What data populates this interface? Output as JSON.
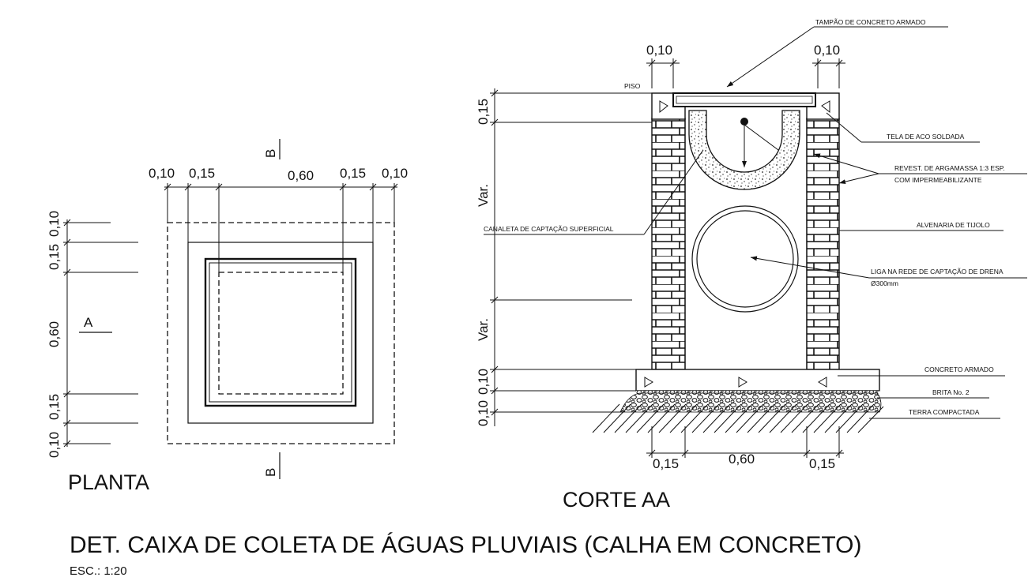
{
  "planta": {
    "label": "PLANTA",
    "section_a": "A",
    "section_b": "B",
    "dims_top": [
      "0,10",
      "0,15",
      "0,60",
      "0,15",
      "0,10"
    ],
    "dims_left": [
      "0,10",
      "0,15",
      "0,60",
      "0,15",
      "0,10"
    ]
  },
  "corte": {
    "label": "CORTE AA",
    "dim_top_left": "0,10",
    "dim_top_right": "0,10",
    "dims_left": [
      "0,15",
      "Var.",
      "Var.",
      "0,10",
      "0,10"
    ],
    "dims_bottom": [
      "0,15",
      "0,60",
      "0,15"
    ],
    "piso": "PISO",
    "notes": {
      "tampao": "TAMPÃO DE CONCRETO ARMADO",
      "tela": "TELA DE ACO SOLDADA",
      "revest_1": "REVEST. DE ARGAMASSA 1:3 ESP.",
      "revest_2": "COM IMPERMEABILIZANTE",
      "alvenaria": "ALVENARIA DE TIJOLO",
      "canaleta": "CANALETA DE CAPTAÇÃO SUPERFICIAL",
      "liga_1": "LIGA NA REDE DE CAPTAÇÃO DE DRENA",
      "liga_2": "Ø300mm",
      "concreto": "CONCRETO ARMADO",
      "brita": "BRITA No. 2",
      "terra": "TERRA COMPACTADA"
    }
  },
  "title": "DET. CAIXA DE COLETA DE ÁGUAS PLUVIAIS (CALHA EM CONCRETO)",
  "scale": "ESC.: 1:20"
}
